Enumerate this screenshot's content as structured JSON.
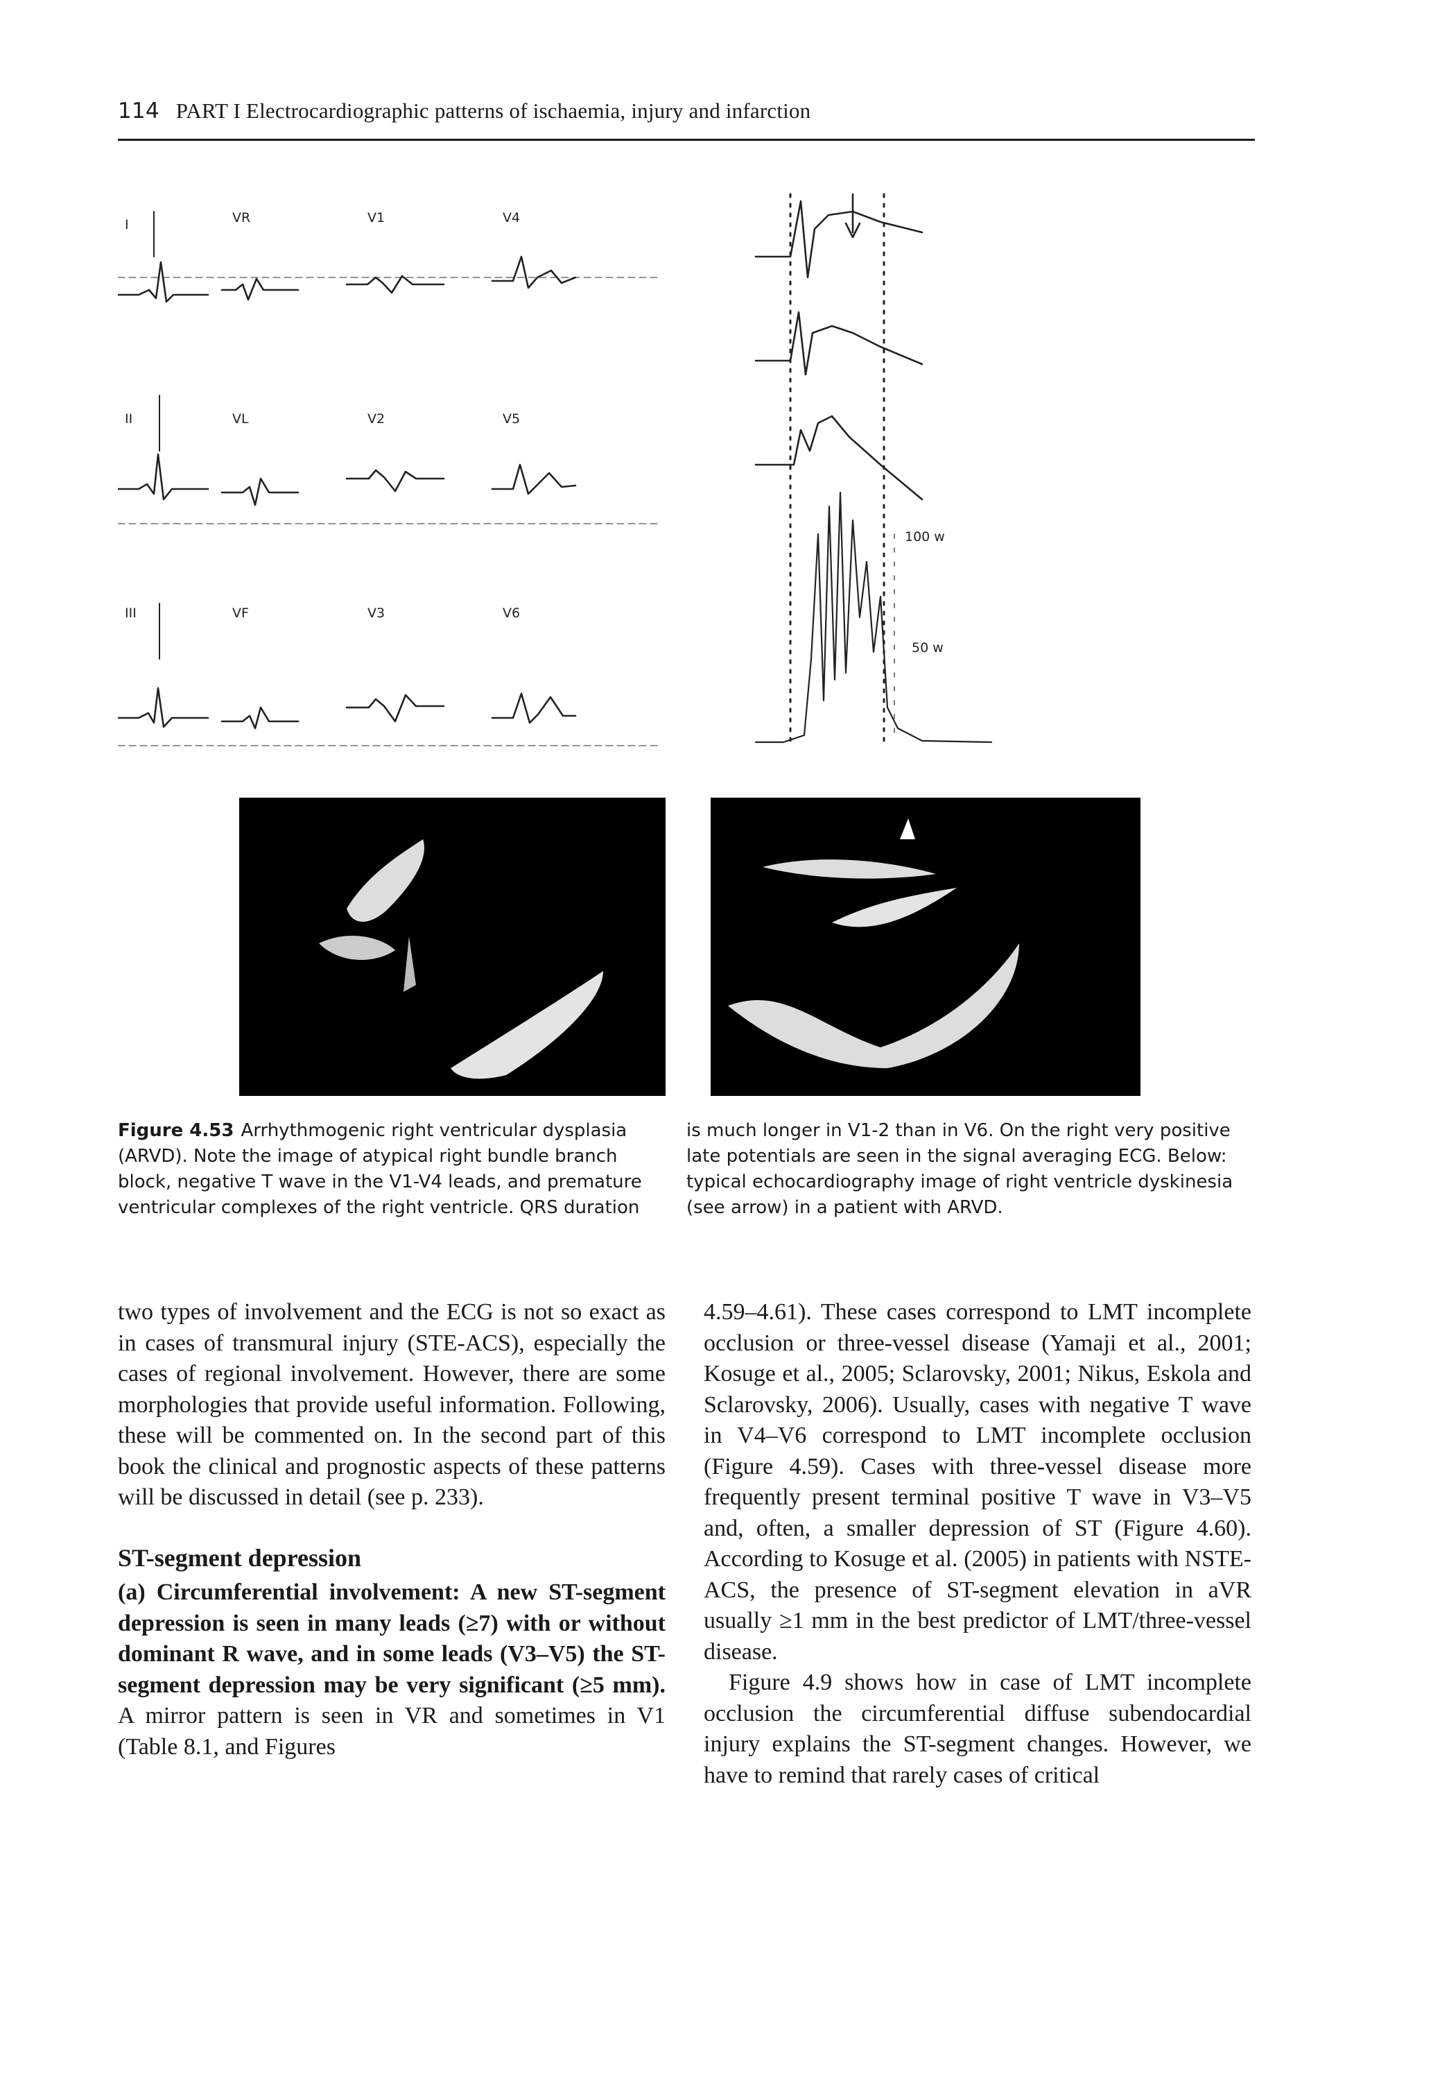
{
  "header": {
    "page_number": "114",
    "running_title": "PART I Electrocardiographic patterns of ischaemia, injury and infarction"
  },
  "figure": {
    "ecg_leads": [
      "I",
      "VR",
      "V1",
      "V4",
      "II",
      "VL",
      "V2",
      "V5",
      "III",
      "VF",
      "V3",
      "V6"
    ],
    "signal_avg_labels": {
      "high": "100 w",
      "low": "50 w"
    },
    "echo_left_label": "",
    "echo_right_label": ""
  },
  "caption": {
    "label": "Figure 4.53",
    "left": "Arrhythmogenic right ventricular dysplasia (ARVD). Note the image of atypical right bundle branch block, negative T wave in the V1-V4 leads, and premature ventricular complexes of the right ventricle. QRS duration",
    "right": "is much longer in V1-2 than in V6. On the right very positive late potentials are seen in the signal averaging ECG. Below: typical echocardiography image of right ventricle dyskinesia (see arrow) in a patient with ARVD."
  },
  "body": {
    "left_p1": "two types of involvement and the ECG is not so exact as in cases of transmural injury (STE-ACS), especially the cases of regional involvement. However, there are some morphologies that provide useful information. Following, these will be commented on. In the second part of this book the clinical and prognostic aspects of these patterns will be discussed in detail (see p. 233).",
    "heading": "ST-segment depression",
    "lead_bold": "(a) Circumferential involvement: A new ST-segment depression is seen in many leads (≥7) with or without dominant R wave, and in some leads (V3–V5) the ST-segment depression may be very significant (≥5 mm).",
    "lead_rest": " A mirror pattern is seen in VR and sometimes in V1 (Table 8.1, and Figures",
    "right_p1": "4.59–4.61). These cases correspond to LMT incomplete occlusion or three-vessel disease (Yamaji et al., 2001; Kosuge et al., 2005; Sclarovsky, 2001; Nikus, Eskola and Sclarovsky, 2006). Usually, cases with negative T wave in V4–V6 correspond to LMT incomplete occlusion (Figure 4.59). Cases with three-vessel disease more frequently present terminal positive T wave in V3–V5 and, often, a smaller depression of ST (Figure 4.60). According to Kosuge et al. (2005) in patients with NSTE-ACS, the presence of ST-segment elevation in aVR usually ≥1 mm in the best predictor of LMT/three-vessel disease.",
    "right_p2": "Figure 4.9 shows how in case of LMT incomplete occlusion the circumferential diffuse subendocardial injury explains the ST-segment changes. However, we have to remind that rarely cases of critical"
  }
}
